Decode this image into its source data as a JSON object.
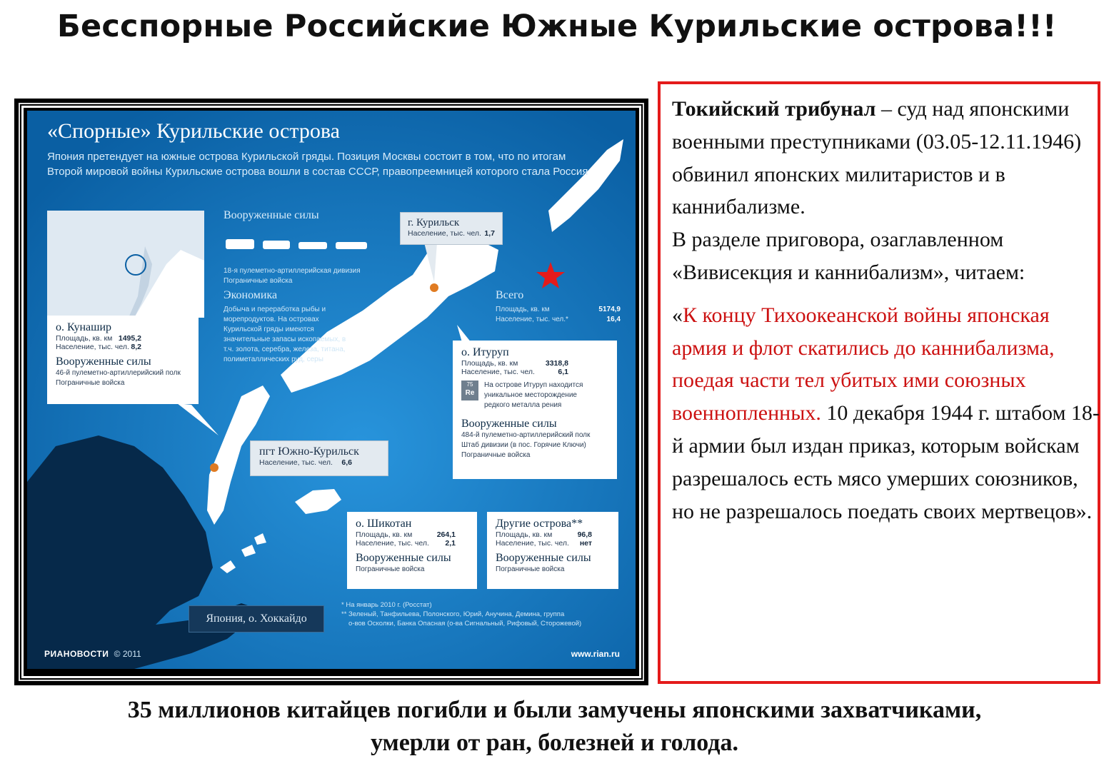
{
  "headline": "Бесспорные Российские Южные Курильские острова!!!",
  "map": {
    "title": "«Спорные» Курильские острова",
    "subtitle": "Япония претендует на южные острова Курильской гряды. Позиция Москвы состоит в том, что по итогам Второй мировой войны Курильские острова вошли в состав СССР, правопреемницей которого стала Россия",
    "armed_forces": {
      "title": "Вооруженные силы",
      "lines": [
        "18-я пулеметно-артиллерийская дивизия",
        "Пограничные войска"
      ]
    },
    "economy": {
      "title": "Экономика",
      "text": "Добыча и переработка рыбы и морепродуктов. На островах Курильской гряды имеются значительные запасы ископаемых, в т.ч. золота, серебра, железа, титана, полиметаллических руд, серы"
    },
    "kurilsk": {
      "title": "г. Курильск",
      "pop_label": "Население, тыс. чел.",
      "pop_value": "1,7"
    },
    "total": {
      "title": "Всего",
      "area_label": "Площадь, кв. км",
      "area_value": "5174,9",
      "pop_label": "Население, тыс. чел.*",
      "pop_value": "16,4"
    },
    "kunashir": {
      "title": "о. Кунашир",
      "area_label": "Площадь, кв. км",
      "area_value": "1495,2",
      "pop_label": "Население, тыс. чел.",
      "pop_value": "8,2",
      "armed_title": "Вооруженные силы",
      "armed_lines": [
        "46-й пулеметно-артиллерийский полк",
        "Пограничные войска"
      ]
    },
    "iturup": {
      "title": "о. Итуруп",
      "area_label": "Площадь, кв. км",
      "area_value": "3318,8",
      "pop_label": "Население, тыс. чел.",
      "pop_value": "6,1",
      "element_number": "75",
      "element_symbol": "Re",
      "rhenium_text": "На острове Итуруп находится уникальное месторождение редкого металла рения",
      "armed_title": "Вооруженные силы",
      "armed_lines": [
        "484-й пулеметно-артиллерийский полк",
        "Штаб дивизии (в пос. Горячие Ключи)",
        "Пограничные войска"
      ]
    },
    "yuzhno": {
      "title": "пгт Южно-Курильск",
      "pop_label": "Население, тыс. чел.",
      "pop_value": "6,6"
    },
    "shikotan": {
      "title": "о. Шикотан",
      "area_label": "Площадь, кв. км",
      "area_value": "264,1",
      "pop_label": "Население, тыс. чел.",
      "pop_value": "2,1",
      "armed_title": "Вооруженные силы",
      "armed_lines": [
        "Пограничные войска"
      ]
    },
    "others": {
      "title": "Другие острова**",
      "area_label": "Площадь, кв. км",
      "area_value": "96,8",
      "pop_label": "Население, тыс. чел.",
      "pop_value": "нет",
      "armed_title": "Вооруженные силы",
      "armed_lines": [
        "Пограничные войска"
      ]
    },
    "hokkaido": "Япония, о. Хоккайдо",
    "footnotes": [
      "* На январь 2010 г. (Росстат)",
      "** Зеленый, Танфильева, Полонского, Юрий, Анучина, Демина, группа",
      "о-вов Осколки, Банка Опасная (о-ва Сигнальный, Рифовый, Сторожевой)"
    ],
    "logo": "РИАНОВОСТИ",
    "copyright": "© 2011",
    "url": "www.rian.ru",
    "colors": {
      "sea": "#0d76c4",
      "land": "#ffffff",
      "marker": "#e07b22",
      "star": "#e41b1b"
    }
  },
  "panel": {
    "p1_bold": "Токийский трибунал",
    "p1_rest": " – суд над японскими военными преступниками (03.05-12.11.1946) обвинил японских милитаристов и в каннибализме.",
    "p2": "В разделе приговора, озаглавленном «Вивисекция и каннибализм», читаем:",
    "quote_open": "«",
    "quote_red": "К концу Тихоокеанской войны японская армия и флот скатились до каннибализма, поедая части тел убитых ими союзных военнопленных.",
    "p3": " 10 декабря 1944 г. штабом 18-й армии был издан приказ, которым войскам разрешалось есть мясо умерших союзников, но не разрешалось поедать своих мертвецов».",
    "border_color": "#e41b1b",
    "quote_color": "#cc1111"
  },
  "footer": {
    "line1": "35 миллионов китайцев погибли и были замучены японскими захватчиками,",
    "line2": "умерли от ран, болезней и голода."
  }
}
